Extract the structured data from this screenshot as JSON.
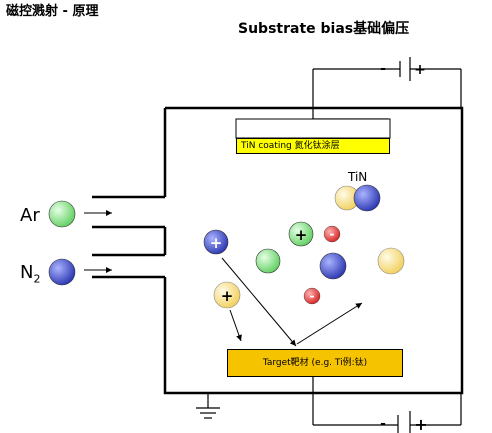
{
  "header": {
    "title": "磁控溅射 - 原理",
    "bias_title": "Substrate bias基础偏压"
  },
  "diagram": {
    "coating_label": "TiN coating 氮化钛涂层",
    "target_label": "Target靶材 (e.g. Ti例:钛)",
    "tin_label": "TiN",
    "gas_ar": "Ar",
    "gas_n2": "N",
    "gas_n2_sub": "2",
    "battery_top_minus": "-",
    "battery_top_plus": "+",
    "battery_bottom_minus": "-",
    "battery_bottom_plus": "+",
    "ion_plus": "+",
    "ion_minus": "-"
  },
  "colors": {
    "argon": "#7ddc7d",
    "nitrogen": "#3a4fc8",
    "titanium": "#f8e08a",
    "electron": "#e03a3a",
    "coating": "#ffff00",
    "target": "#f5c300"
  }
}
